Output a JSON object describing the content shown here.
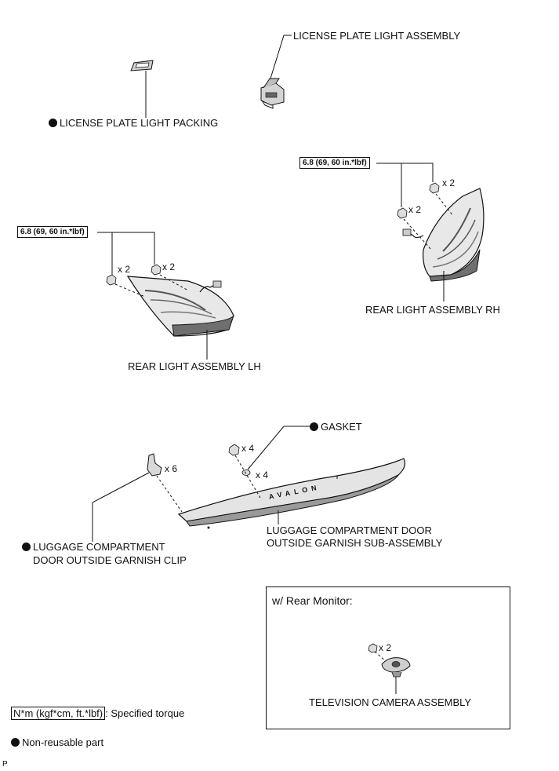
{
  "labels": {
    "license_plate_light_assembly": "LICENSE PLATE LIGHT ASSEMBLY",
    "license_plate_light_packing": "LICENSE PLATE LIGHT PACKING",
    "rear_light_assembly_rh": "REAR LIGHT ASSEMBLY RH",
    "rear_light_assembly_lh": "REAR LIGHT ASSEMBLY LH",
    "gasket": "GASKET",
    "garnish_clip_line1": "LUGGAGE COMPARTMENT",
    "garnish_clip_line2": "DOOR OUTSIDE GARNISH CLIP",
    "garnish_sub_line1": "LUGGAGE COMPARTMENT DOOR",
    "garnish_sub_line2": "OUTSIDE GARNISH SUB-ASSEMBLY",
    "television_camera_assembly": "TELEVISION CAMERA ASSEMBLY",
    "garnish_emblem": "AVALON"
  },
  "torque": {
    "rh": "6.8 (69, 60 in.*lbf)",
    "lh": "6.8 (69, 60 in.*lbf)"
  },
  "counts": {
    "rh_upper": "x 2",
    "rh_lower": "x 2",
    "lh_left": "x 2",
    "lh_right": "x 2",
    "clip": "x 6",
    "garnish_nut": "x 4",
    "gasket": "x 4",
    "camera": "x 2"
  },
  "inset": {
    "title": "w/ Rear Monitor:"
  },
  "legend": {
    "torque_unit": "N*m (kgf*cm, ft.*lbf)",
    "torque_desc": ": Specified torque",
    "non_reusable": "Non-reusable part"
  },
  "corner_mark": "P",
  "colors": {
    "line": "#111111",
    "part_fill": "#e6e6e6",
    "part_dark": "#7a7a7a"
  }
}
